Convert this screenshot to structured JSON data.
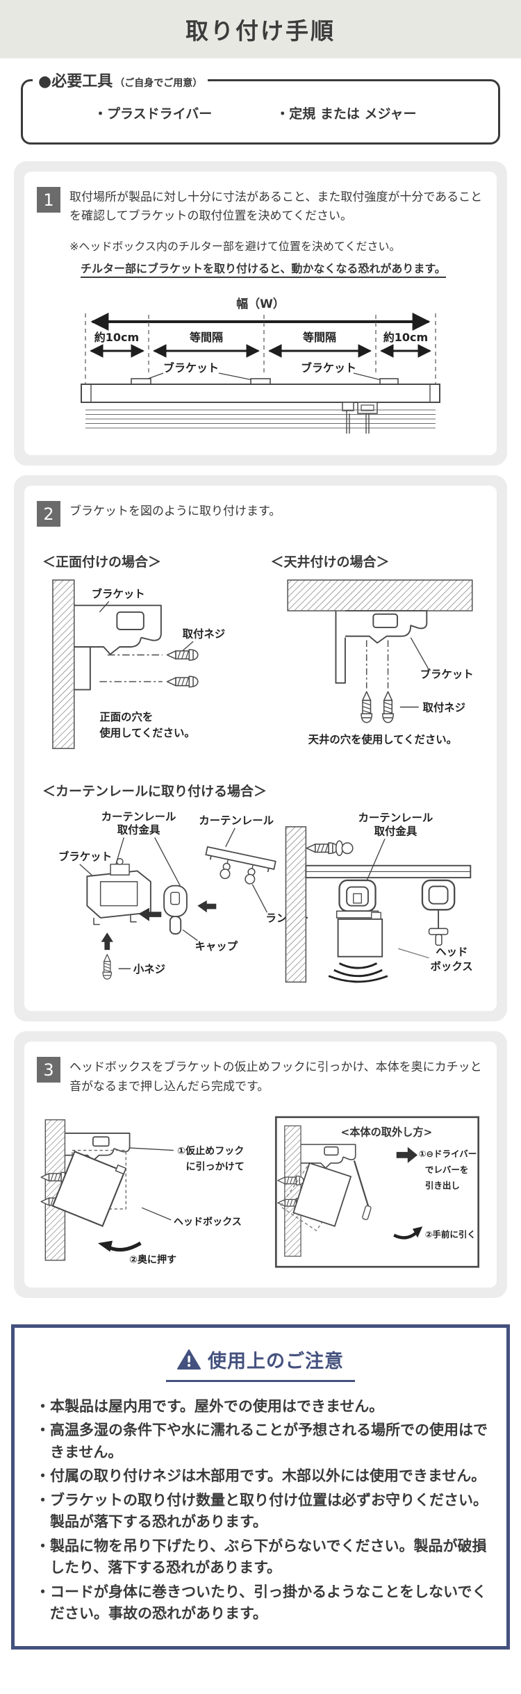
{
  "header": {
    "title": "取り付け手順"
  },
  "tools": {
    "label": "●必要工具",
    "label_note": "（ご自身でご用意）",
    "item1": "・プラスドライバー",
    "item2": "・定規 または メジャー"
  },
  "step1": {
    "number": "1",
    "text": "取付場所が製品に対し十分に寸法があること、また取付強度が十分であることを確認してブラケットの取付位置を決めてください。",
    "note": "※ヘッドボックス内のチルター部を避けて位置を決めてください。",
    "warning": "チルター部にブラケットを取り付けると、動かなくなる恐れがあります。",
    "diagram": {
      "width_label": "幅（W）",
      "left_margin": "約10cm",
      "left_span": "等間隔",
      "right_span": "等間隔",
      "right_margin": "約10cm",
      "bracket_label_1": "ブラケット",
      "bracket_label_2": "ブラケット"
    }
  },
  "step2": {
    "number": "2",
    "text": "ブラケットを図のように取り付けます。",
    "front": {
      "heading": "＜正面付けの場合＞",
      "bracket_label": "ブラケット",
      "screw_label": "取付ネジ",
      "note_line1": "正面の穴を",
      "note_line2": "使用してください。"
    },
    "ceiling": {
      "heading": "＜天井付けの場合＞",
      "bracket_label": "ブラケット",
      "screw_label": "取付ネジ",
      "note": "天井の穴を使用してください。"
    },
    "rail": {
      "heading": "＜カーテンレールに取り付ける場合＞",
      "bracket_label": "ブラケット",
      "fitting_label_line1": "カーテンレール",
      "fitting_label_line2": "取付金具",
      "rail_label": "カーテンレール",
      "cap_label": "キャップ",
      "runner_label": "ランナー",
      "small_screw_label": "小ネジ",
      "fitting2_label_line1": "カーテンレール",
      "fitting2_label_line2": "取付金具",
      "headbox_label_line1": "ヘッド",
      "headbox_label_line2": "ボックス"
    }
  },
  "step3": {
    "number": "3",
    "text": "ヘッドボックスをブラケットの仮止めフックに引っかけ、本体を奥にカチッと音がなるまで押し込んだら完成です。",
    "hook_label_line1": "①仮止めフック",
    "hook_label_line2": "に引っかけて",
    "headbox_label": "ヘッドボックス",
    "push_label": "②奥に押す",
    "inset": {
      "heading": "<本体の取外し方>",
      "step1_line1": "①⊖ドライバー",
      "step1_line2": "でレバーを",
      "step1_line3": "引き出し",
      "step2": "②手前に引く"
    }
  },
  "caution": {
    "title": "使用上のご注意",
    "items": [
      "・本製品は屋内用です。屋外での使用はできません。",
      "・高温多湿の条件下や水に濡れることが予想される場所での使用はできません。",
      "・付属の取り付けネジは木部用です。木部以外には使用できません。",
      "・ブラケットの取り付け数量と取り付け位置は必ずお守りください。製品が落下する恐れがあります。",
      "・製品に物を吊り下げたり、ぶら下がらないでください。製品が破損したり、落下する恐れがあります。",
      "・コードが身体に巻きついたり、引っ掛かるようなことをしないでください。事故の恐れがあります。"
    ]
  },
  "colors": {
    "accent_navy": "#44517e",
    "header_bg": "#e7e8e2",
    "section_bg": "#ececec",
    "badge_gray": "#6b6b6b"
  }
}
